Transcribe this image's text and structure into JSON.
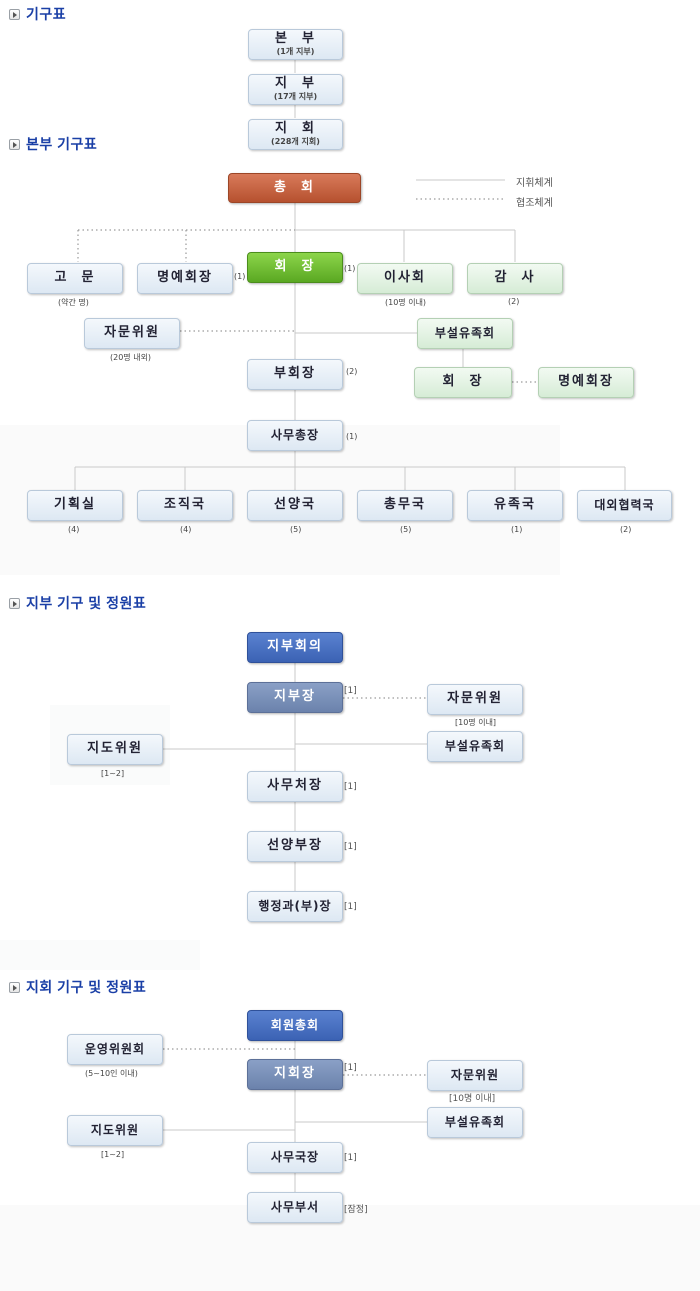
{
  "sections": {
    "s1": "기구표",
    "s2": "본부 기구표",
    "s3": "지부 기구 및 정원표",
    "s4": "지회 기구 및 정원표"
  },
  "legend": {
    "solid": "지휘체계",
    "dotted": "협조체계"
  },
  "hierarchy": {
    "bonbu": {
      "label": "본  부",
      "sub": "(1개 지부)"
    },
    "jibu": {
      "label": "지  부",
      "sub": "(17개 지부)"
    },
    "jihoe": {
      "label": "지  회",
      "sub": "(228개 지회)"
    }
  },
  "hq": {
    "general": "총  회",
    "advisor": "고  문",
    "advisor_note": "(약간 명)",
    "honorary": "명예회장",
    "honorary_note": "(1)",
    "president": "회  장",
    "president_note": "(1)",
    "board": "이사회",
    "board_note": "(10명 이내)",
    "audit": "감  사",
    "audit_note": "(2)",
    "consult": "자문위원",
    "consult_note": "(20명 내외)",
    "family": "부설유족회",
    "family_head": "회  장",
    "family_honorary": "명예회장",
    "vice": "부회장",
    "vice_note": "(2)",
    "secgen": "사무총장",
    "secgen_note": "(1)",
    "depts": [
      {
        "label": "기획실",
        "note": "(4)"
      },
      {
        "label": "조직국",
        "note": "(4)"
      },
      {
        "label": "선양국",
        "note": "(5)"
      },
      {
        "label": "총무국",
        "note": "(5)"
      },
      {
        "label": "유족국",
        "note": "(1)"
      },
      {
        "label": "대외협력국",
        "note": "(2)"
      }
    ]
  },
  "branch": {
    "council": "지부회의",
    "head": "지부장",
    "head_note": "[1]",
    "consult": "자문위원",
    "consult_note": "[10명 이내]",
    "guide": "지도위원",
    "guide_note": "[1~2]",
    "family": "부설유족회",
    "office": "사무처장",
    "office_note": "[1]",
    "promo": "선양부장",
    "promo_note": "[1]",
    "admin": "행정과(부)장",
    "admin_note": "[1]"
  },
  "chapter": {
    "general": "회원총회",
    "steering": "운영위원회",
    "steering_note": "(5~10인 이내)",
    "head": "지회장",
    "head_note": "[1]",
    "consult": "자문위원",
    "consult_note": "[10명 이내]",
    "guide": "지도위원",
    "guide_note": "[1~2]",
    "family": "부설유족회",
    "office": "사무국장",
    "office_note": "[1]",
    "dept": "사무부서",
    "dept_note": "[잠정]"
  },
  "colors": {
    "section_title": "#1a3fa6",
    "general_assembly": "#c4603d",
    "president": "#6cbf2f",
    "council": "#4a73c4",
    "head": "#7a91ba",
    "box_blue": "#e6eef7",
    "box_green": "#e3f3e3"
  }
}
